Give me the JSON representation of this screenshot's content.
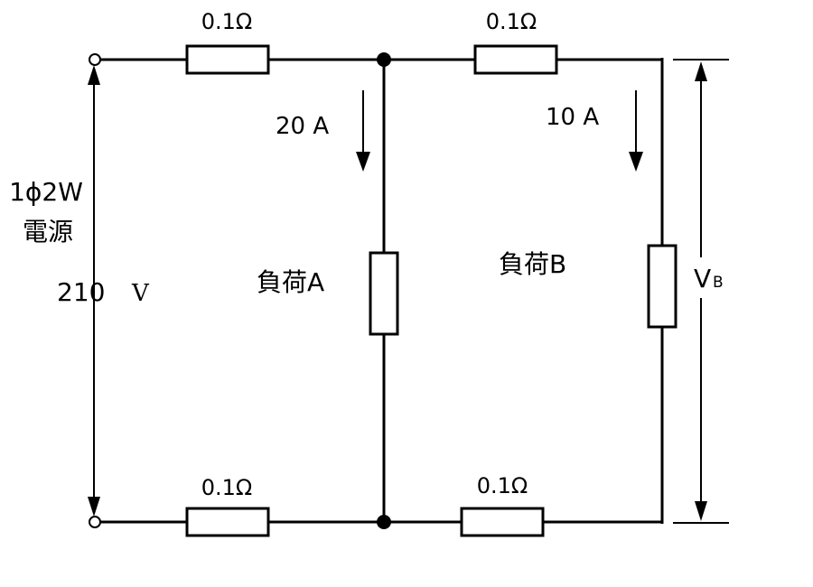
{
  "resistors": {
    "top_left": "0.1Ω",
    "top_right": "0.1Ω",
    "bottom_left": "0.1Ω",
    "bottom_right": "0.1Ω"
  },
  "currents": {
    "load_a": "20 A",
    "load_b": "10 A"
  },
  "source": {
    "line1": "1ϕ2W",
    "line2": "電源",
    "voltage_value": "210",
    "voltage_unit": "V"
  },
  "loads": {
    "a": "負荷A",
    "b": "負荷B"
  },
  "output_voltage": {
    "symbol": "V",
    "subscript": "B"
  }
}
